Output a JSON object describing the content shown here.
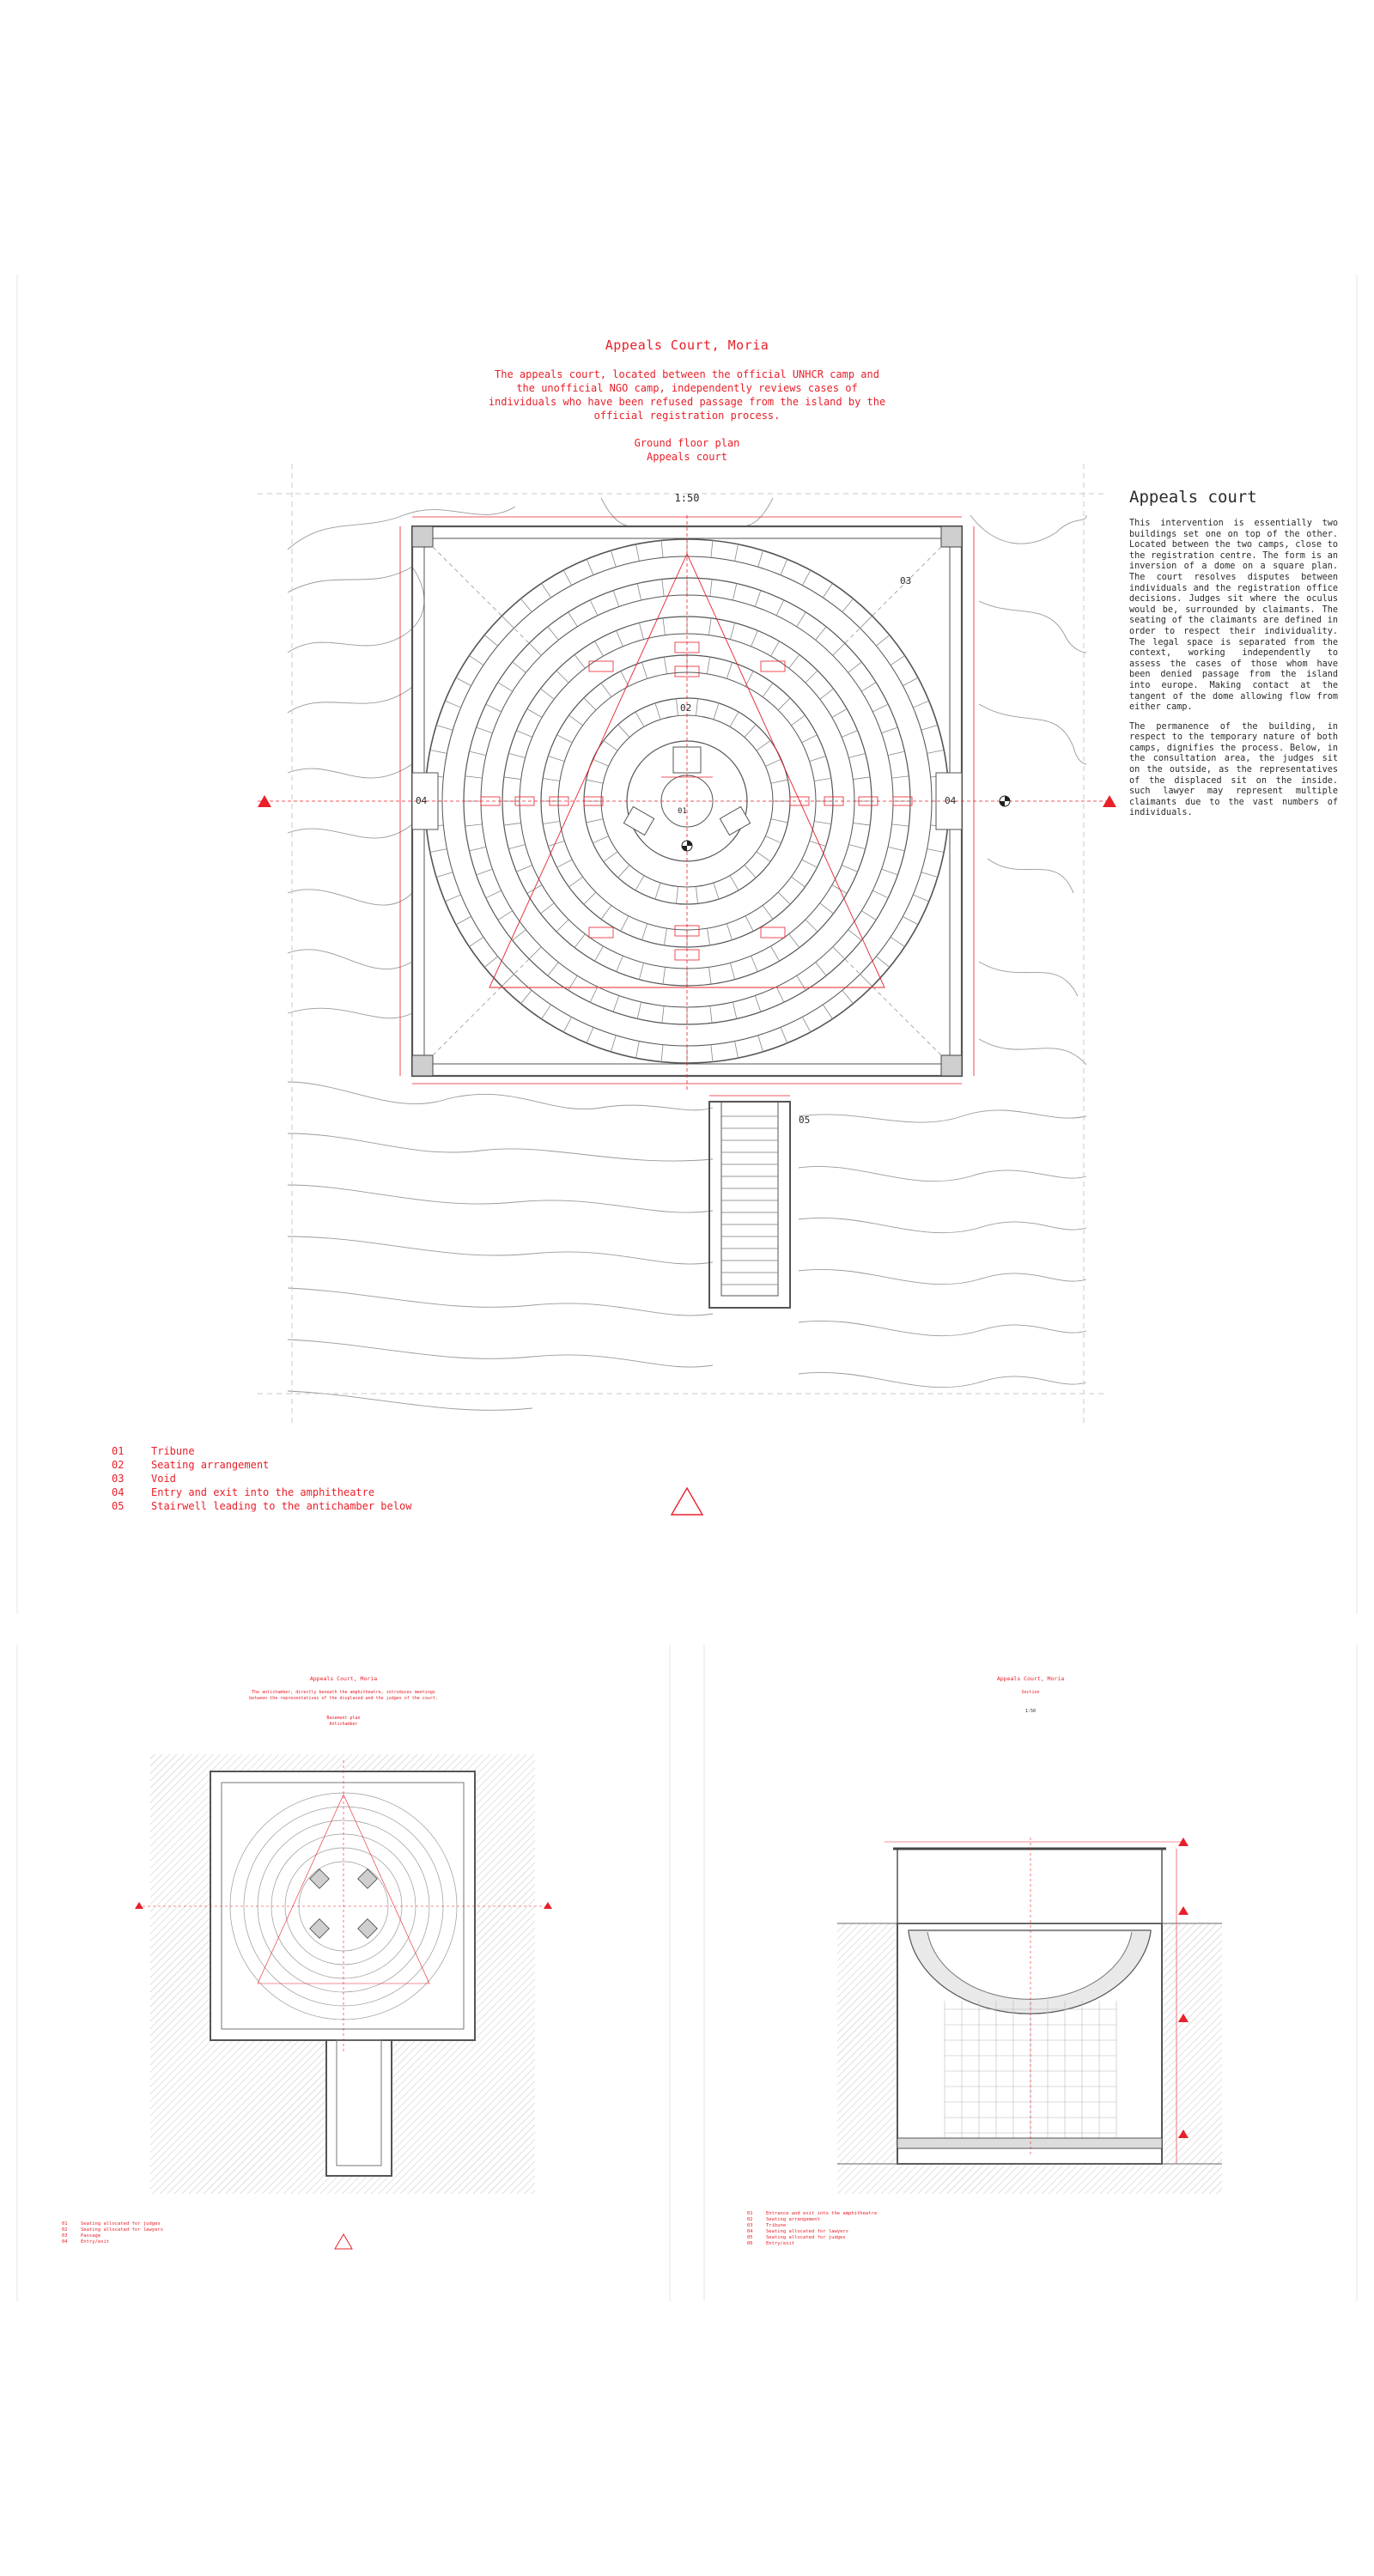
{
  "sheet1": {
    "title": "Appeals Court, Moria",
    "intro": "The appeals court, located between the official UNHCR camp and the unofficial NGO camp, independently reviews cases of individuals who have been refused passage from the island by the official registration process.",
    "plan_title": "Ground floor plan",
    "plan_subtitle": "Appeals court",
    "scale": "1:50",
    "side_heading": "Appeals court",
    "side_paragraphs": [
      "This intervention is essentially two buildings set one on top of the other. Located between the two camps, close to the registration centre. The form is an inversion of a dome on a square plan. The court resolves disputes between individuals and the registration office decisions. Judges sit where the oculus would be, surrounded by claimants. The seating of the claimants are defined in order to respect their individuality. The legal space is separated from the context, working independently to assess the cases of those whom have been denied passage from the island into europe. Making contact at the tangent of the dome allowing flow from either camp.",
      "The permanence of the building, in respect to the temporary nature of both camps, dignifies the process. Below, in the consultation area, the judges sit on the outside, as the representatives of the displaced sit on the inside. such lawyer may represent multiple claimants due to the vast numbers of individuals."
    ],
    "plan_labels": {
      "l01": "01",
      "l02": "02",
      "l03": "03",
      "l04a": "04",
      "l04b": "04",
      "l05": "05"
    },
    "legend": [
      {
        "num": "01",
        "label": "Tribune"
      },
      {
        "num": "02",
        "label": "Seating arrangement"
      },
      {
        "num": "03",
        "label": "Void"
      },
      {
        "num": "04",
        "label": "Entry and exit into the amphitheatre"
      },
      {
        "num": "05",
        "label": "Stairwell leading to the antichamber below"
      }
    ]
  },
  "sheet2": {
    "title": "Appeals Court, Moria",
    "intro": "The antichamber, directly beneath the amphitheatre, introduces meetings between the representatives of the displaced and the judges of the court.",
    "plan_title": "Basement plan",
    "plan_subtitle": "Antichamber",
    "legend": [
      {
        "num": "01",
        "label": "Seating allocated for judges"
      },
      {
        "num": "02",
        "label": "Seating allocated for lawyers"
      },
      {
        "num": "03",
        "label": "Passage"
      },
      {
        "num": "04",
        "label": "Entry/exit"
      }
    ]
  },
  "sheet3": {
    "title": "Appeals Court, Moria",
    "subtitle": "Section",
    "scale": "1:50",
    "legend": [
      {
        "num": "01",
        "label": "Entrance and exit into the amphitheatre"
      },
      {
        "num": "02",
        "label": "Seating arrangement"
      },
      {
        "num": "03",
        "label": "Tribune"
      },
      {
        "num": "04",
        "label": "Seating allocated for lawyers"
      },
      {
        "num": "05",
        "label": "Seating allocated for judges"
      },
      {
        "num": "06",
        "label": "Entry/exit"
      }
    ]
  },
  "colors": {
    "accent": "#e8202a",
    "line": "#555555",
    "hatch": "#bdbdbd"
  }
}
